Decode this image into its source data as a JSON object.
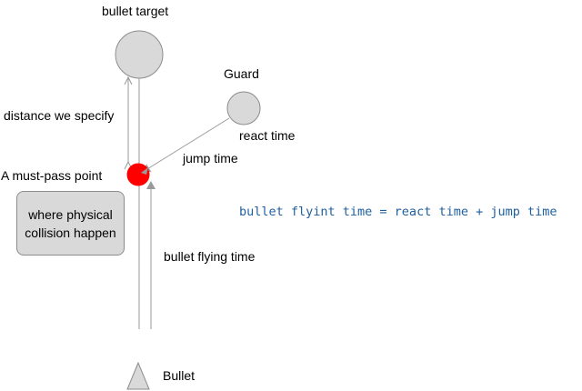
{
  "labels": {
    "bullet_target": "bullet target",
    "guard": "Guard",
    "distance": "distance we specify",
    "react_time": "react time",
    "jump_time": "jump time",
    "must_pass_point": "A must-pass point",
    "note_line_1": "where physical",
    "note_line_2": "collision happen",
    "bullet_flying_time": "bullet flying time",
    "bullet": "Bullet"
  },
  "formula": "bullet flyint time = react time + jump time",
  "colors": {
    "node_fill": "#d9d9d9",
    "node_stroke": "#8c8c8c",
    "line": "#9a9a9a",
    "must_pass_point": "#ff0000",
    "formula_text": "#1f5f9f"
  }
}
